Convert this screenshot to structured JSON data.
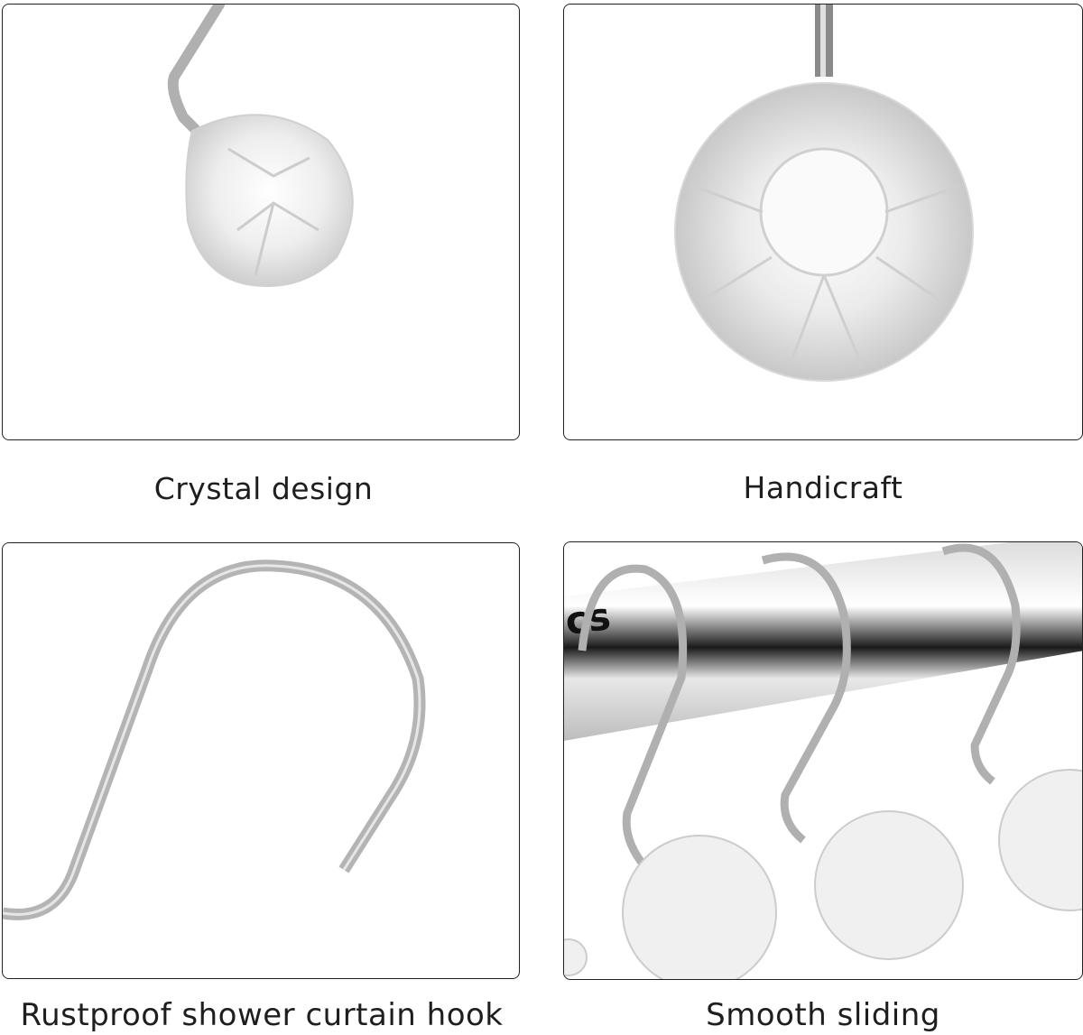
{
  "panels": [
    {
      "id": "crystal",
      "caption": "Crystal design",
      "image": "crystal-knob-hook-closeup"
    },
    {
      "id": "handicraft",
      "caption": "Handicraft",
      "image": "crystal-knob-front-view"
    },
    {
      "id": "rustproof",
      "caption": "Rustproof shower curtain hook",
      "image": "s-hook-wire"
    },
    {
      "id": "sliding",
      "caption": "Smooth sliding",
      "image": "hooks-on-rod",
      "overlay_text": "cs"
    }
  ],
  "colors": {
    "border": "#222222",
    "metal": "#b8b8b8",
    "text": "#1e1e1e"
  }
}
